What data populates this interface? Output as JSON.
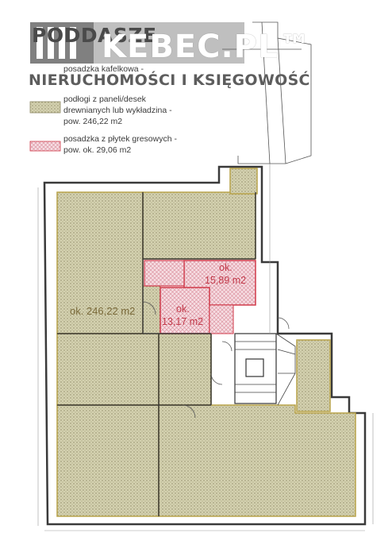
{
  "header": {
    "title": "PODDASZE",
    "brand": "KEBEC.PL™",
    "tagline": "NIERUCHOMOŚCI I KSIĘGOWOŚĆ"
  },
  "legend": {
    "top_line": "posadzka kafelkowa -",
    "wood": {
      "line1": "podłogi z paneli/desek",
      "line2": "drewnianych lub wykładzina -",
      "line3": "pow. 246,22 m2"
    },
    "tile": {
      "line1": "posadzka z płytek gresowych -",
      "line2": "pow. ok. 29,06 m2"
    }
  },
  "areas": {
    "main": "ok. 246,22 m2",
    "tile_a_line1": "ok.",
    "tile_a_line2": "15,89 m2",
    "tile_b_line1": "ok.",
    "tile_b_line2": "13,17 m2"
  },
  "colors": {
    "wood_fill": "#d9d6b6",
    "tile_fill": "#efc6cf",
    "tile_border": "#d03a4a",
    "wall": "#3a3a3a",
    "wood_border": "#b9a44a"
  }
}
